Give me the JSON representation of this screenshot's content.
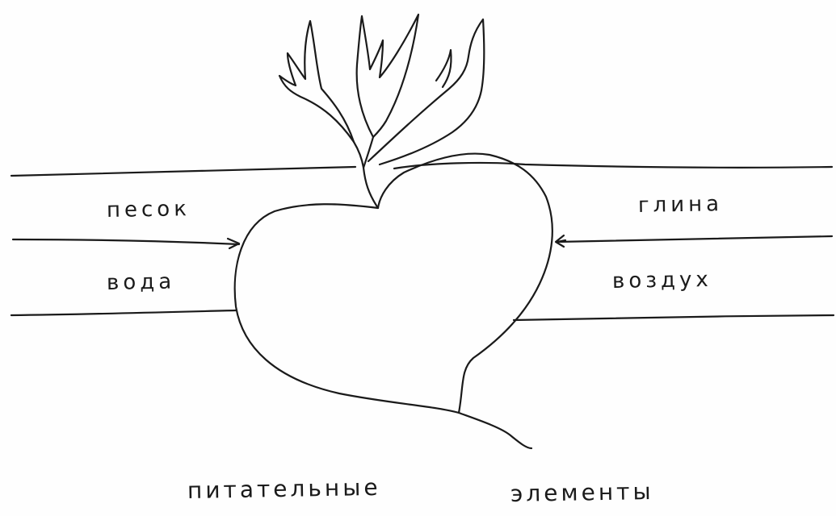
{
  "labels": {
    "sand": "песок",
    "water": "вода",
    "clay": "глина",
    "air": "воздух",
    "nutrients_1": "питательные",
    "nutrients_2": "элементы"
  },
  "colors": {
    "ink": "#1a1a1a",
    "paper": "#fefefe"
  }
}
